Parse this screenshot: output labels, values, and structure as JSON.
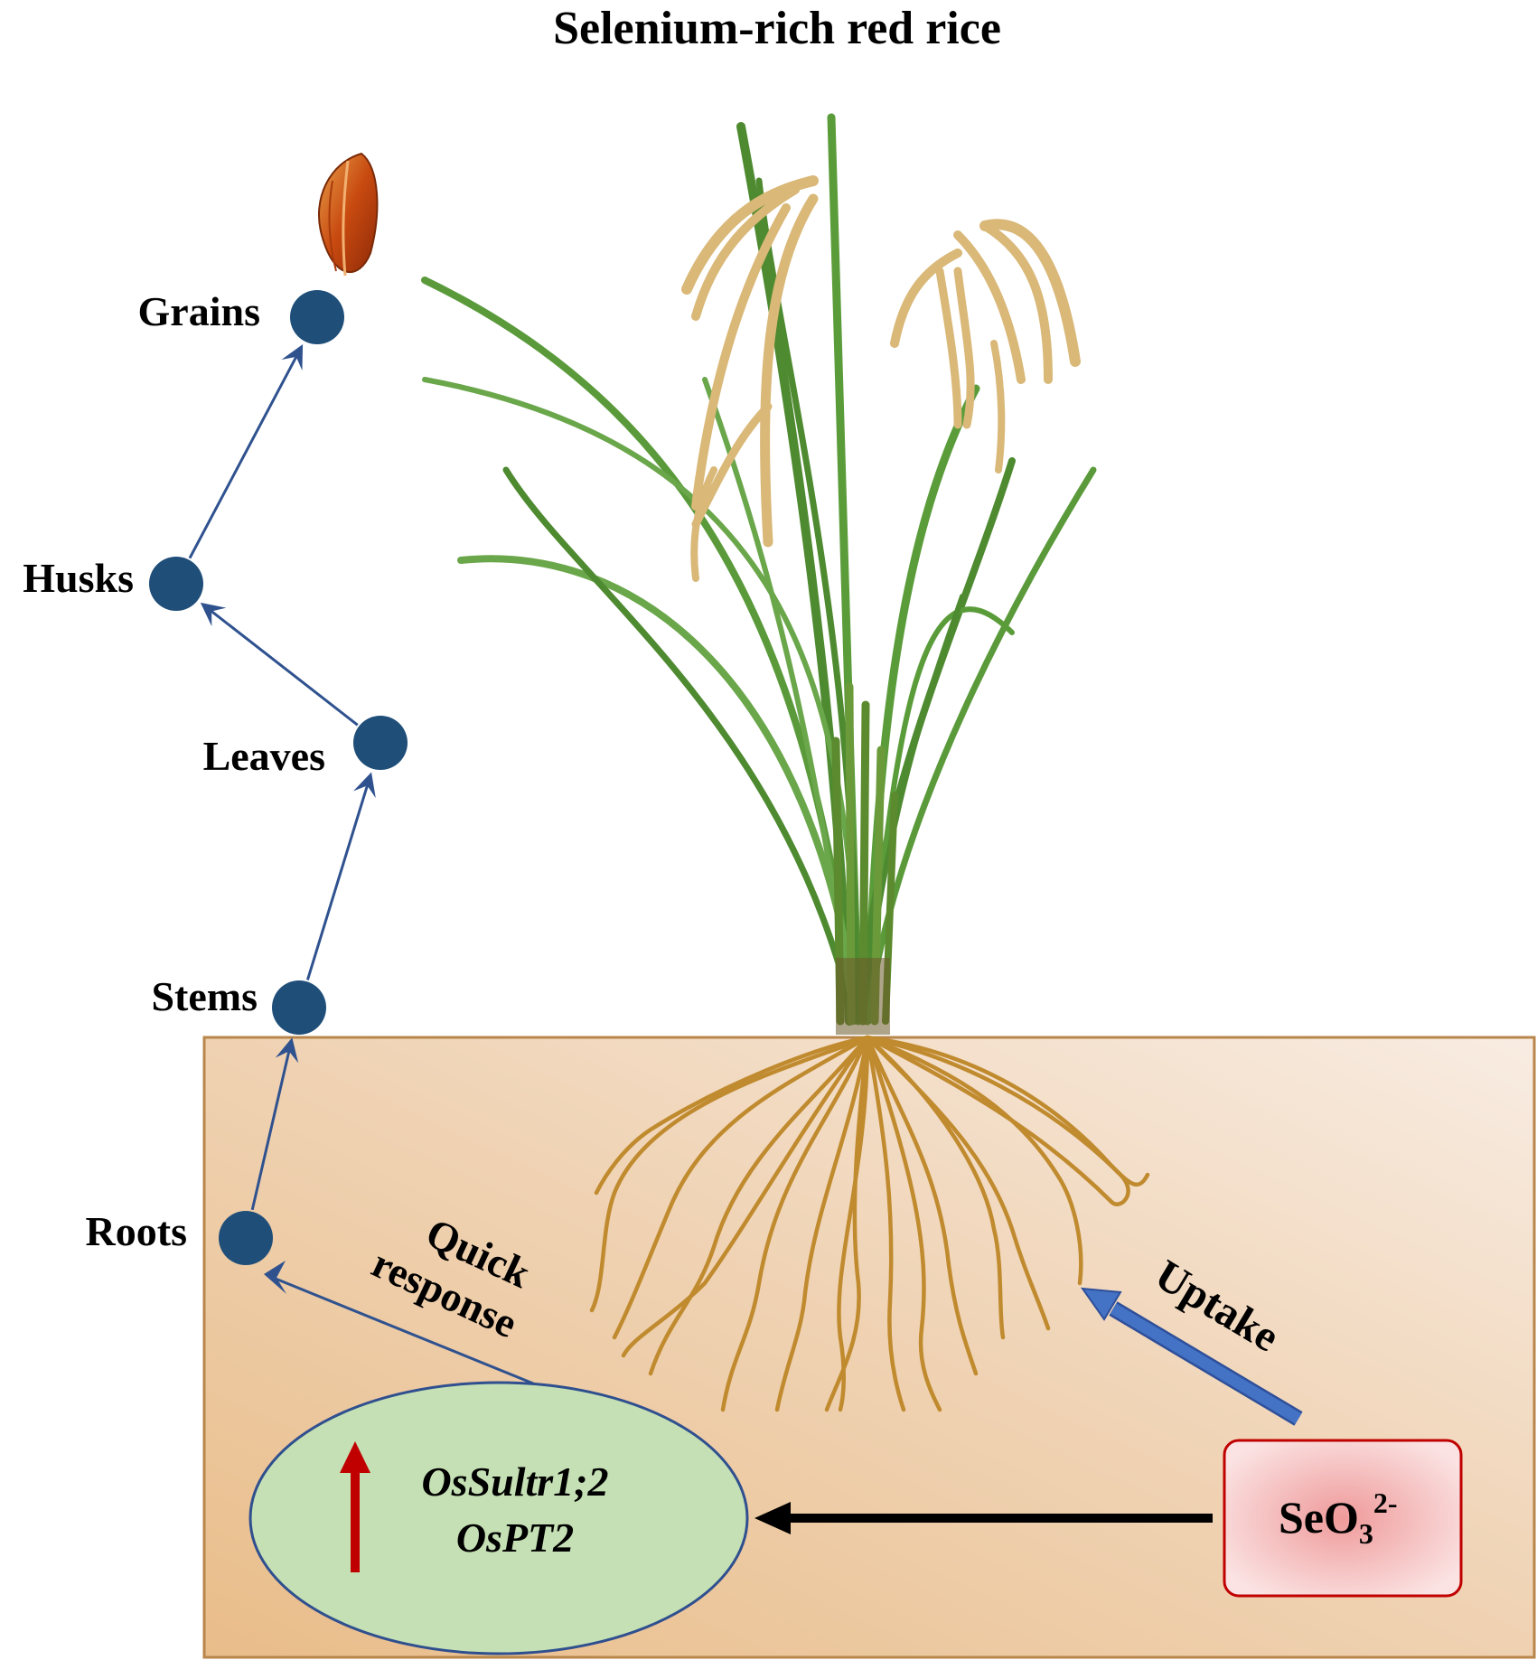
{
  "title": "Selenium-rich red rice",
  "stages": [
    {
      "key": "grains",
      "label": "Grains"
    },
    {
      "key": "husks",
      "label": "Husks"
    },
    {
      "key": "leaves",
      "label": "Leaves"
    },
    {
      "key": "stems",
      "label": "Stems"
    },
    {
      "key": "roots",
      "label": "Roots"
    }
  ],
  "quick_response": {
    "line1": "Quick",
    "line2": "response"
  },
  "uptake_label": "Uptake",
  "genes": {
    "gene1": "OsSultr1;2",
    "gene2": "OsPT2",
    "regulation": "up"
  },
  "selenite": {
    "base": "SeO",
    "sub": "3",
    "sup": "2-"
  },
  "colors": {
    "node": "#1f4e79",
    "path_arrow": "#2f528f",
    "uptake_arrow": "#4472c4",
    "soil_border": "#b8864b",
    "soil_light": "#f5e6d8",
    "soil_dark": "#e9bd8a",
    "gene_fill": "#c5e0b4",
    "gene_border": "#2f4f8f",
    "up_arrow": "#c00000",
    "selenite_fill": "#f4c4c4",
    "selenite_border": "#c00000",
    "root_color": "#c08a2e",
    "leaf_color": "#5a9a3a",
    "panicle_color": "#d9b878"
  }
}
